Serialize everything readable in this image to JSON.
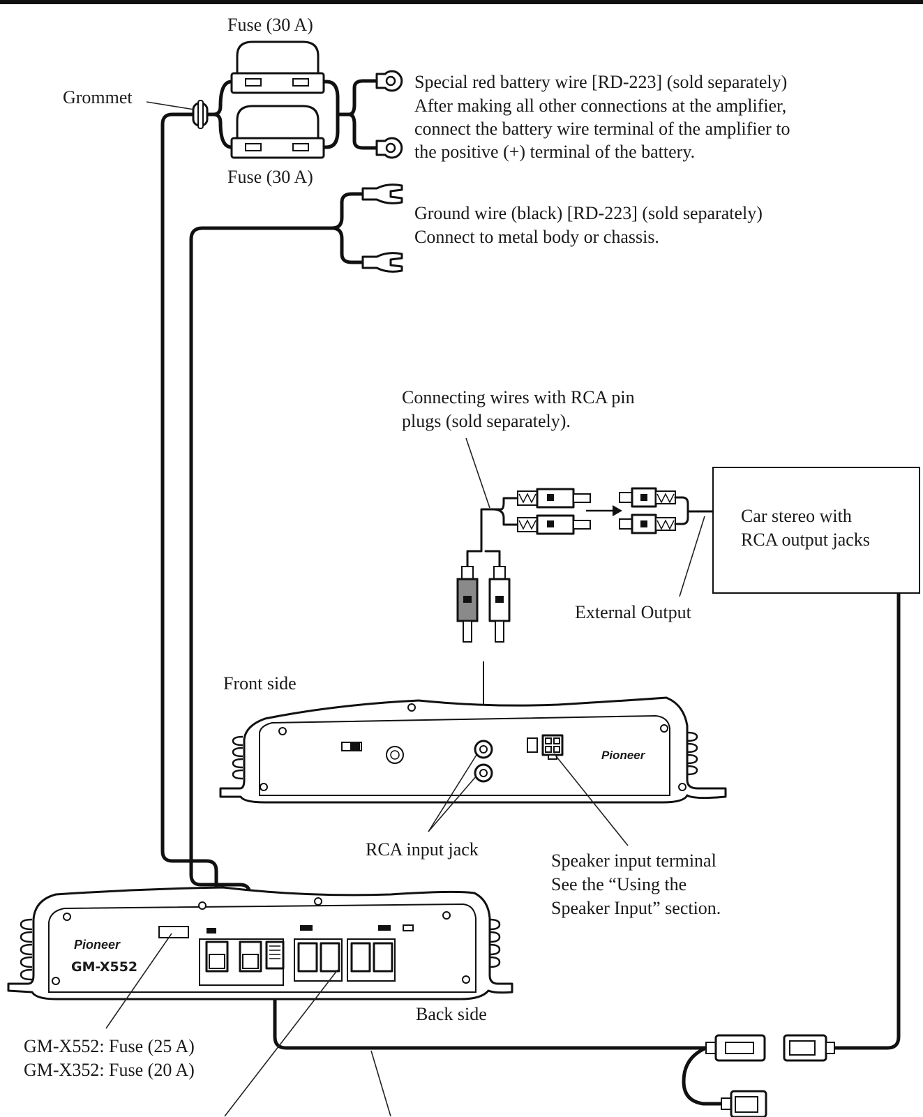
{
  "labels": {
    "fuse_top": "Fuse (30 A)",
    "fuse_bottom": "Fuse (30 A)",
    "grommet": "Grommet",
    "battery_wire": [
      "Special red battery wire [RD-223] (sold separately)",
      "After making all other connections at the amplifier,",
      "connect the battery wire terminal of the amplifier to",
      "the positive (+) terminal of the battery."
    ],
    "ground_wire": [
      "Ground wire (black) [RD-223] (sold separately)",
      "Connect to metal body or chassis."
    ],
    "rca_wires": [
      "Connecting wires with RCA pin",
      "plugs (sold separately)."
    ],
    "car_stereo": [
      "Car stereo with",
      "RCA output jacks"
    ],
    "external_output": "External Output",
    "front_side": "Front side",
    "rca_input_jack": "RCA input jack",
    "speaker_input": [
      "Speaker input terminal",
      "See the “Using the",
      "Speaker Input” section."
    ],
    "back_side": "Back side",
    "amp_fuse": [
      "GM-X552: Fuse (25 A)",
      "GM-X352: Fuse (20 A)"
    ]
  },
  "front_panel": {
    "brand": "Pioneer",
    "lpf_label": "",
    "gain_label": "",
    "input_label": "",
    "speaker_input_label": "",
    "model_strip": ""
  },
  "back_panel": {
    "brand": "Pioneer",
    "model": "GM-X552",
    "model_strip": "",
    "fuse_label": "",
    "fuse_value": "",
    "power_label": "",
    "system_control_label": "",
    "speaker_output_label": ""
  },
  "colors": {
    "line": "#111111",
    "paper": "#ffffff",
    "plug_dark": "#8a8a8a"
  },
  "icons": [
    "fuse-holder-icon",
    "ring-terminal-icon",
    "spade-terminal-icon",
    "rca-plug-icon",
    "grommet-icon",
    "amplifier-icon",
    "system-control-connector-icon"
  ]
}
